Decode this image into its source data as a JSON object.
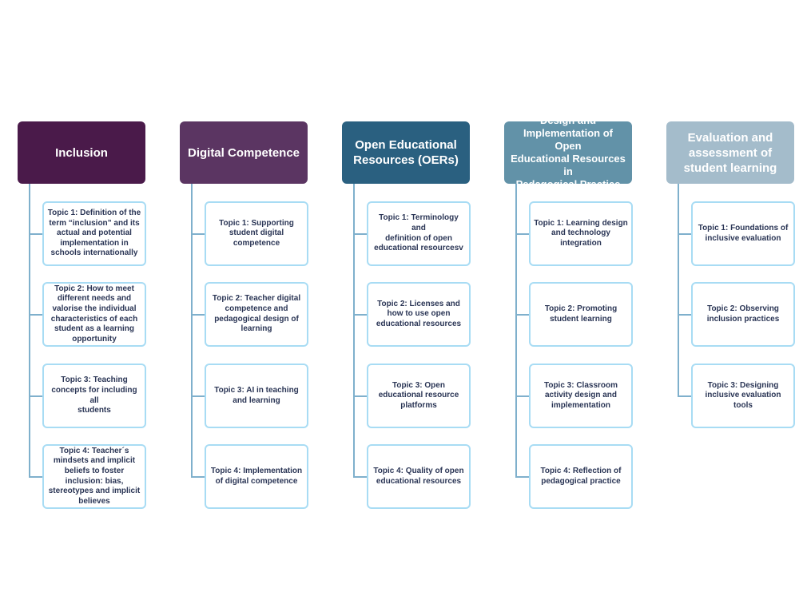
{
  "columns": [
    {
      "title": "Inclusion",
      "color": "#4a1a4a",
      "topics": [
        "Topic 1: Definition of the\nterm “inclusion” and its\nactual and potential\nimplementation in\nschools internationally",
        "Topic 2: How to meet\ndifferent needs and\nvalorise the individual\ncharacteristics of each\nstudent as a learning\nopportunity",
        "Topic 3: Teaching\nconcepts for including all\nstudents",
        "Topic 4: Teacher´s\nmindsets and implicit\nbeliefs to foster\ninclusion: bias,\nstereotypes and implicit\nbelieves"
      ]
    },
    {
      "title": "Digital Competence",
      "color": "#5b3562",
      "topics": [
        "Topic 1: Supporting\nstudent digital\ncompetence",
        "Topic 2: Teacher digital\ncompetence and\npedagogical design of\nlearning",
        "Topic 3: AI in teaching\nand learning",
        "Topic 4: Implementation\nof digital competence"
      ]
    },
    {
      "title": "Open Educational\nResources (OERs)",
      "color": "#2a6080",
      "topics": [
        "Topic 1: Terminology and\ndefinition of open\neducational resourcesv",
        "Topic 2: Licenses and\nhow to use open\neducational resources",
        "Topic 3: Open\neducational resource\nplatforms",
        "Topic 4: Quality of open\neducational resources"
      ]
    },
    {
      "title": "Design and\nImplementation of Open\nEducational Resources in\nPedagogical Practice",
      "color": "#6292a8",
      "topics": [
        "Topic 1: Learning design\nand technology\nintegration",
        "Topic 2: Promoting\nstudent learning",
        "Topic 3: Classroom\nactivity design and\nimplementation",
        "Topic 4: Reflection of\npedagogical practice"
      ]
    },
    {
      "title": "Evaluation and\nassessment of\nstudent learning",
      "color": "#a4bccb",
      "topics": [
        "Topic 1: Foundations of\ninclusive evaluation",
        "Topic 2: Observing\ninclusion practices",
        "Topic 3: Designing\ninclusive evaluation tools"
      ]
    }
  ]
}
